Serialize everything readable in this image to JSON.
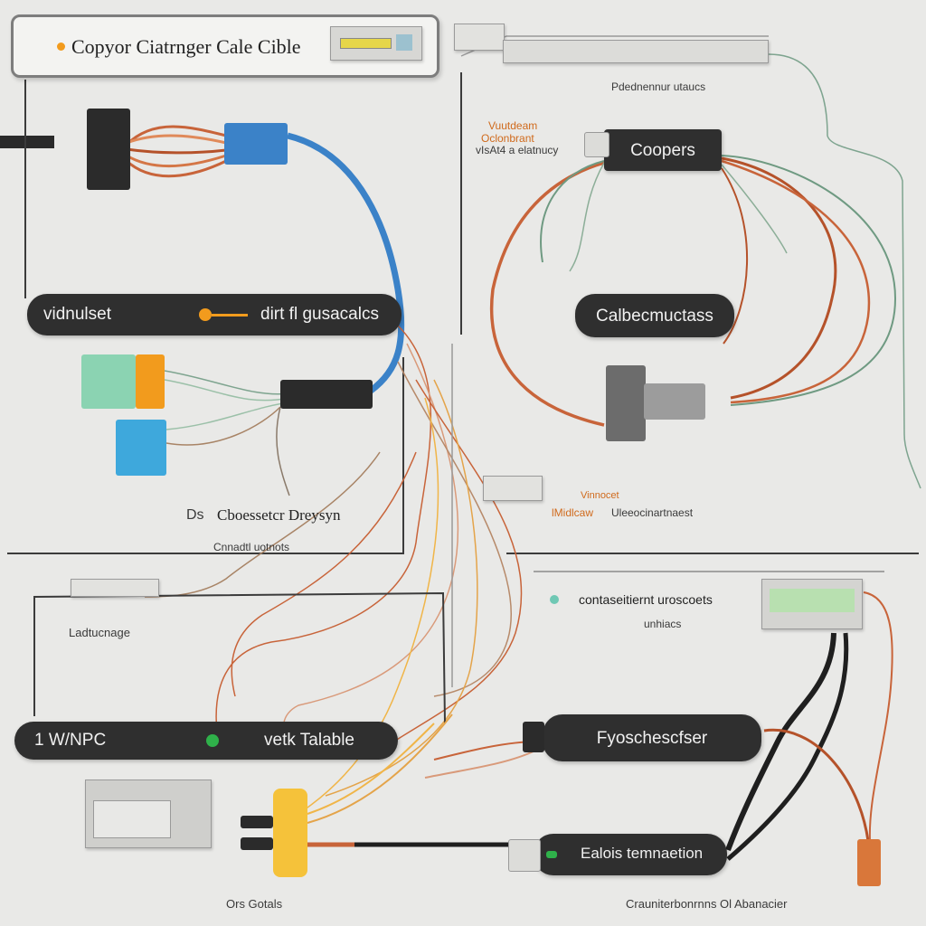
{
  "header": {
    "title": "Copyor Ciatrnger Cale Cible"
  },
  "labels": {
    "top_right_caption": "Pdednennur utaucs",
    "orange_small_1": "Vuutdeam",
    "orange_small_2": "Oclonbrant",
    "orange_small_3": "vIsAt4 a elatnucy",
    "copperts_pill": "Coopers",
    "left_pill_a": "vidnulset",
    "left_pill_b": "dirt fl gusacalcs",
    "cable_pill": "Calbecmuctass",
    "crossover_label": "Cboessetcr Dreysyn",
    "crossover_prefix": "Ds",
    "crossover_sub": "Cnnadtl uotnots",
    "orange_mid_1": "Vinnocet",
    "orange_mid_2": "lMidlcaw",
    "mid_right_label": "Uleeocinartnaest",
    "right_box_title": "contaseitiernt uroscoets",
    "right_box_sub": "unhiacs",
    "left_small_device": "Ladtucnage",
    "bottom_left_pill_a": "1 W/NPC",
    "bottom_left_pill_b": "vetk Talable",
    "fiber_pill": "Fyoschescfser",
    "ealois_pill": "Ealois temnaetion",
    "bottom_left_caption": "Ors Gotals",
    "bottom_right_caption": "Crauniterbonrnns Ol Abanacier"
  },
  "colors": {
    "background": "#e9e9e7",
    "pill": "#2f2f2f",
    "blue_cable": "#3b82c8",
    "copper": "#c8643a",
    "orange_accent": "#f29b1d",
    "yellow_connector": "#f5c23a",
    "green_led": "#2fb14a"
  },
  "icons": {
    "rj45_blue": "rj45-connector-icon",
    "cable_bundle": "copper-wire-bundle-icon",
    "patch_panel": "patch-panel-icon",
    "yellow_plug": "yellow-connector-icon"
  }
}
